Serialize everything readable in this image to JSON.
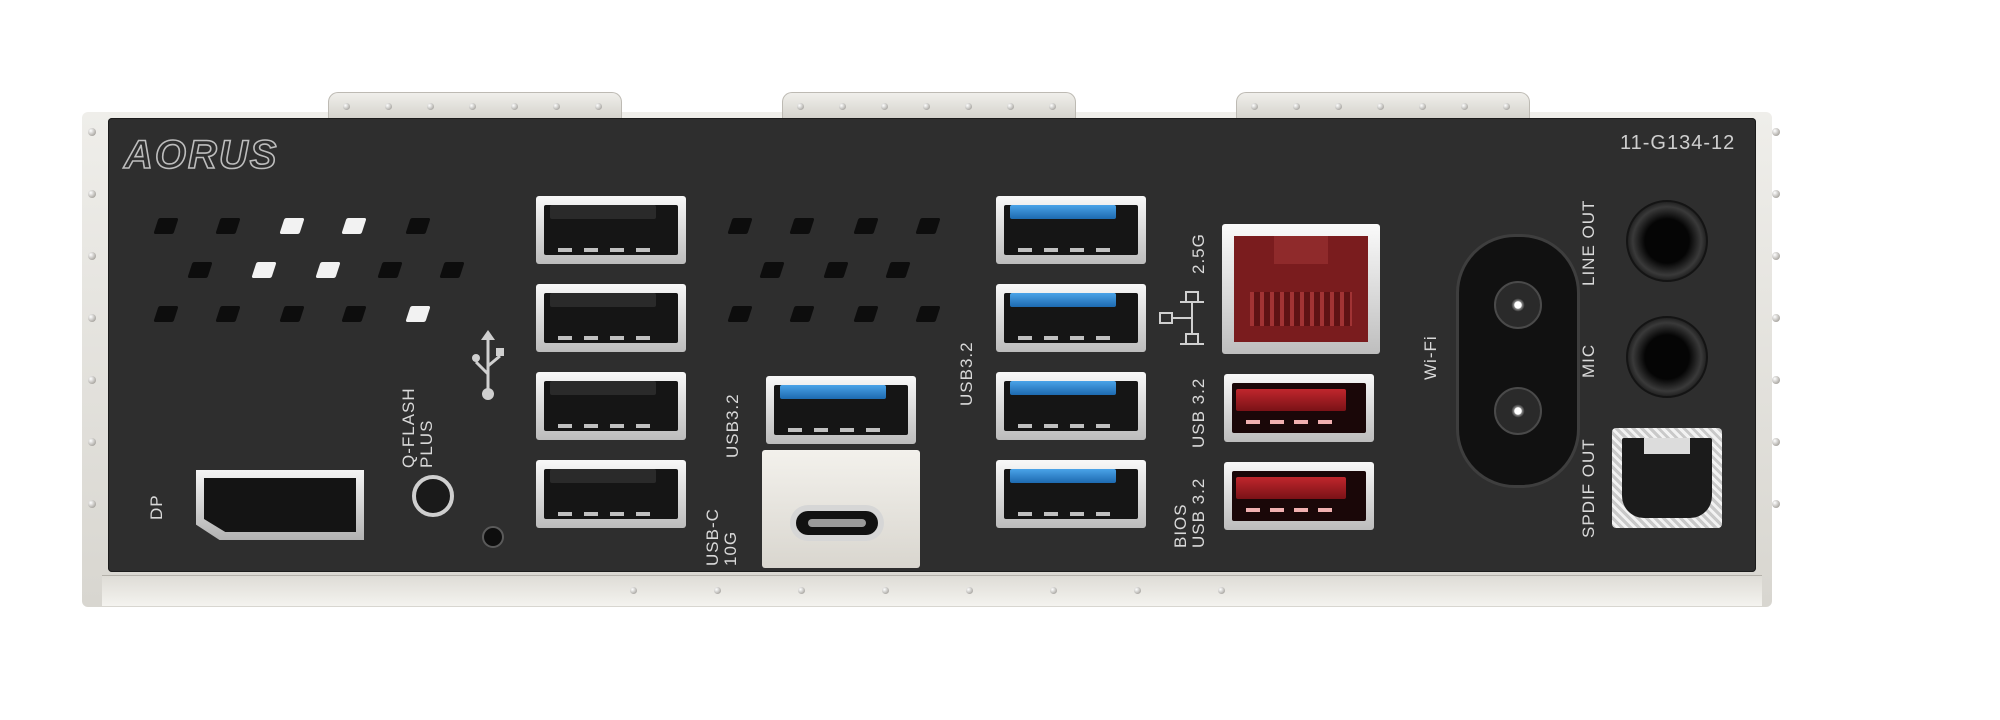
{
  "brand_logo": "AORUS",
  "model_code": "11-G134-12",
  "labels": {
    "dp": "DP",
    "qflash": "Q-FLASH\nPLUS",
    "usb32_left": "USB3.2",
    "usbc": "USB-C\n10G",
    "usb32_mid": "USB3.2",
    "lan": "2.5G",
    "usb32_red": "USB 3.2",
    "bios_usb": "BIOS\nUSB 3.2",
    "wifi": "Wi-Fi",
    "line_out": "LINE OUT",
    "mic": "MIC",
    "spdif": "SPDIF OUT"
  },
  "icons": {
    "usb_symbol": "usb-icon",
    "lan_symbol": "network-icon"
  },
  "colors": {
    "panel": "#2e2e2e",
    "usb3_blue": "#2f86d4",
    "usb_red": "#b01f26",
    "lan_red": "#7a1c1e"
  }
}
